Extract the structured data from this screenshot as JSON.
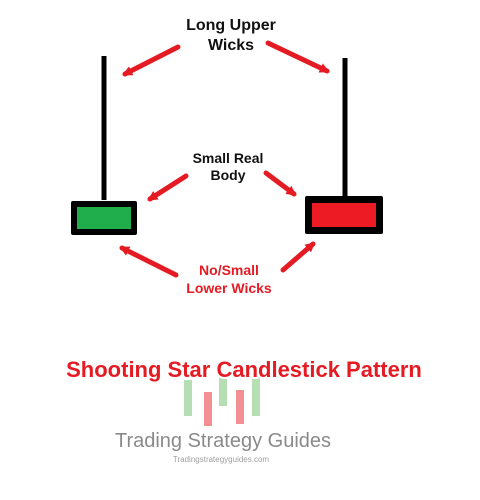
{
  "labels": {
    "upper_line1": "Long Upper",
    "upper_line2": "Wicks",
    "body_line1": "Small Real",
    "body_line2": "Body",
    "lower_line1": "No/Small",
    "lower_line2": "Lower Wicks"
  },
  "title": "Shooting Star Candlestick Pattern",
  "watermark": {
    "name": "Trading Strategy Guides",
    "url": "Tradingstrategyguides.com"
  },
  "candles": [
    {
      "name": "bullish-candle",
      "color": "#1fae4b"
    },
    {
      "name": "bearish-candle",
      "color": "#ed1c24"
    }
  ],
  "colors": {
    "arrow": "#e51b23",
    "outline": "#000000",
    "text": "#111111"
  }
}
